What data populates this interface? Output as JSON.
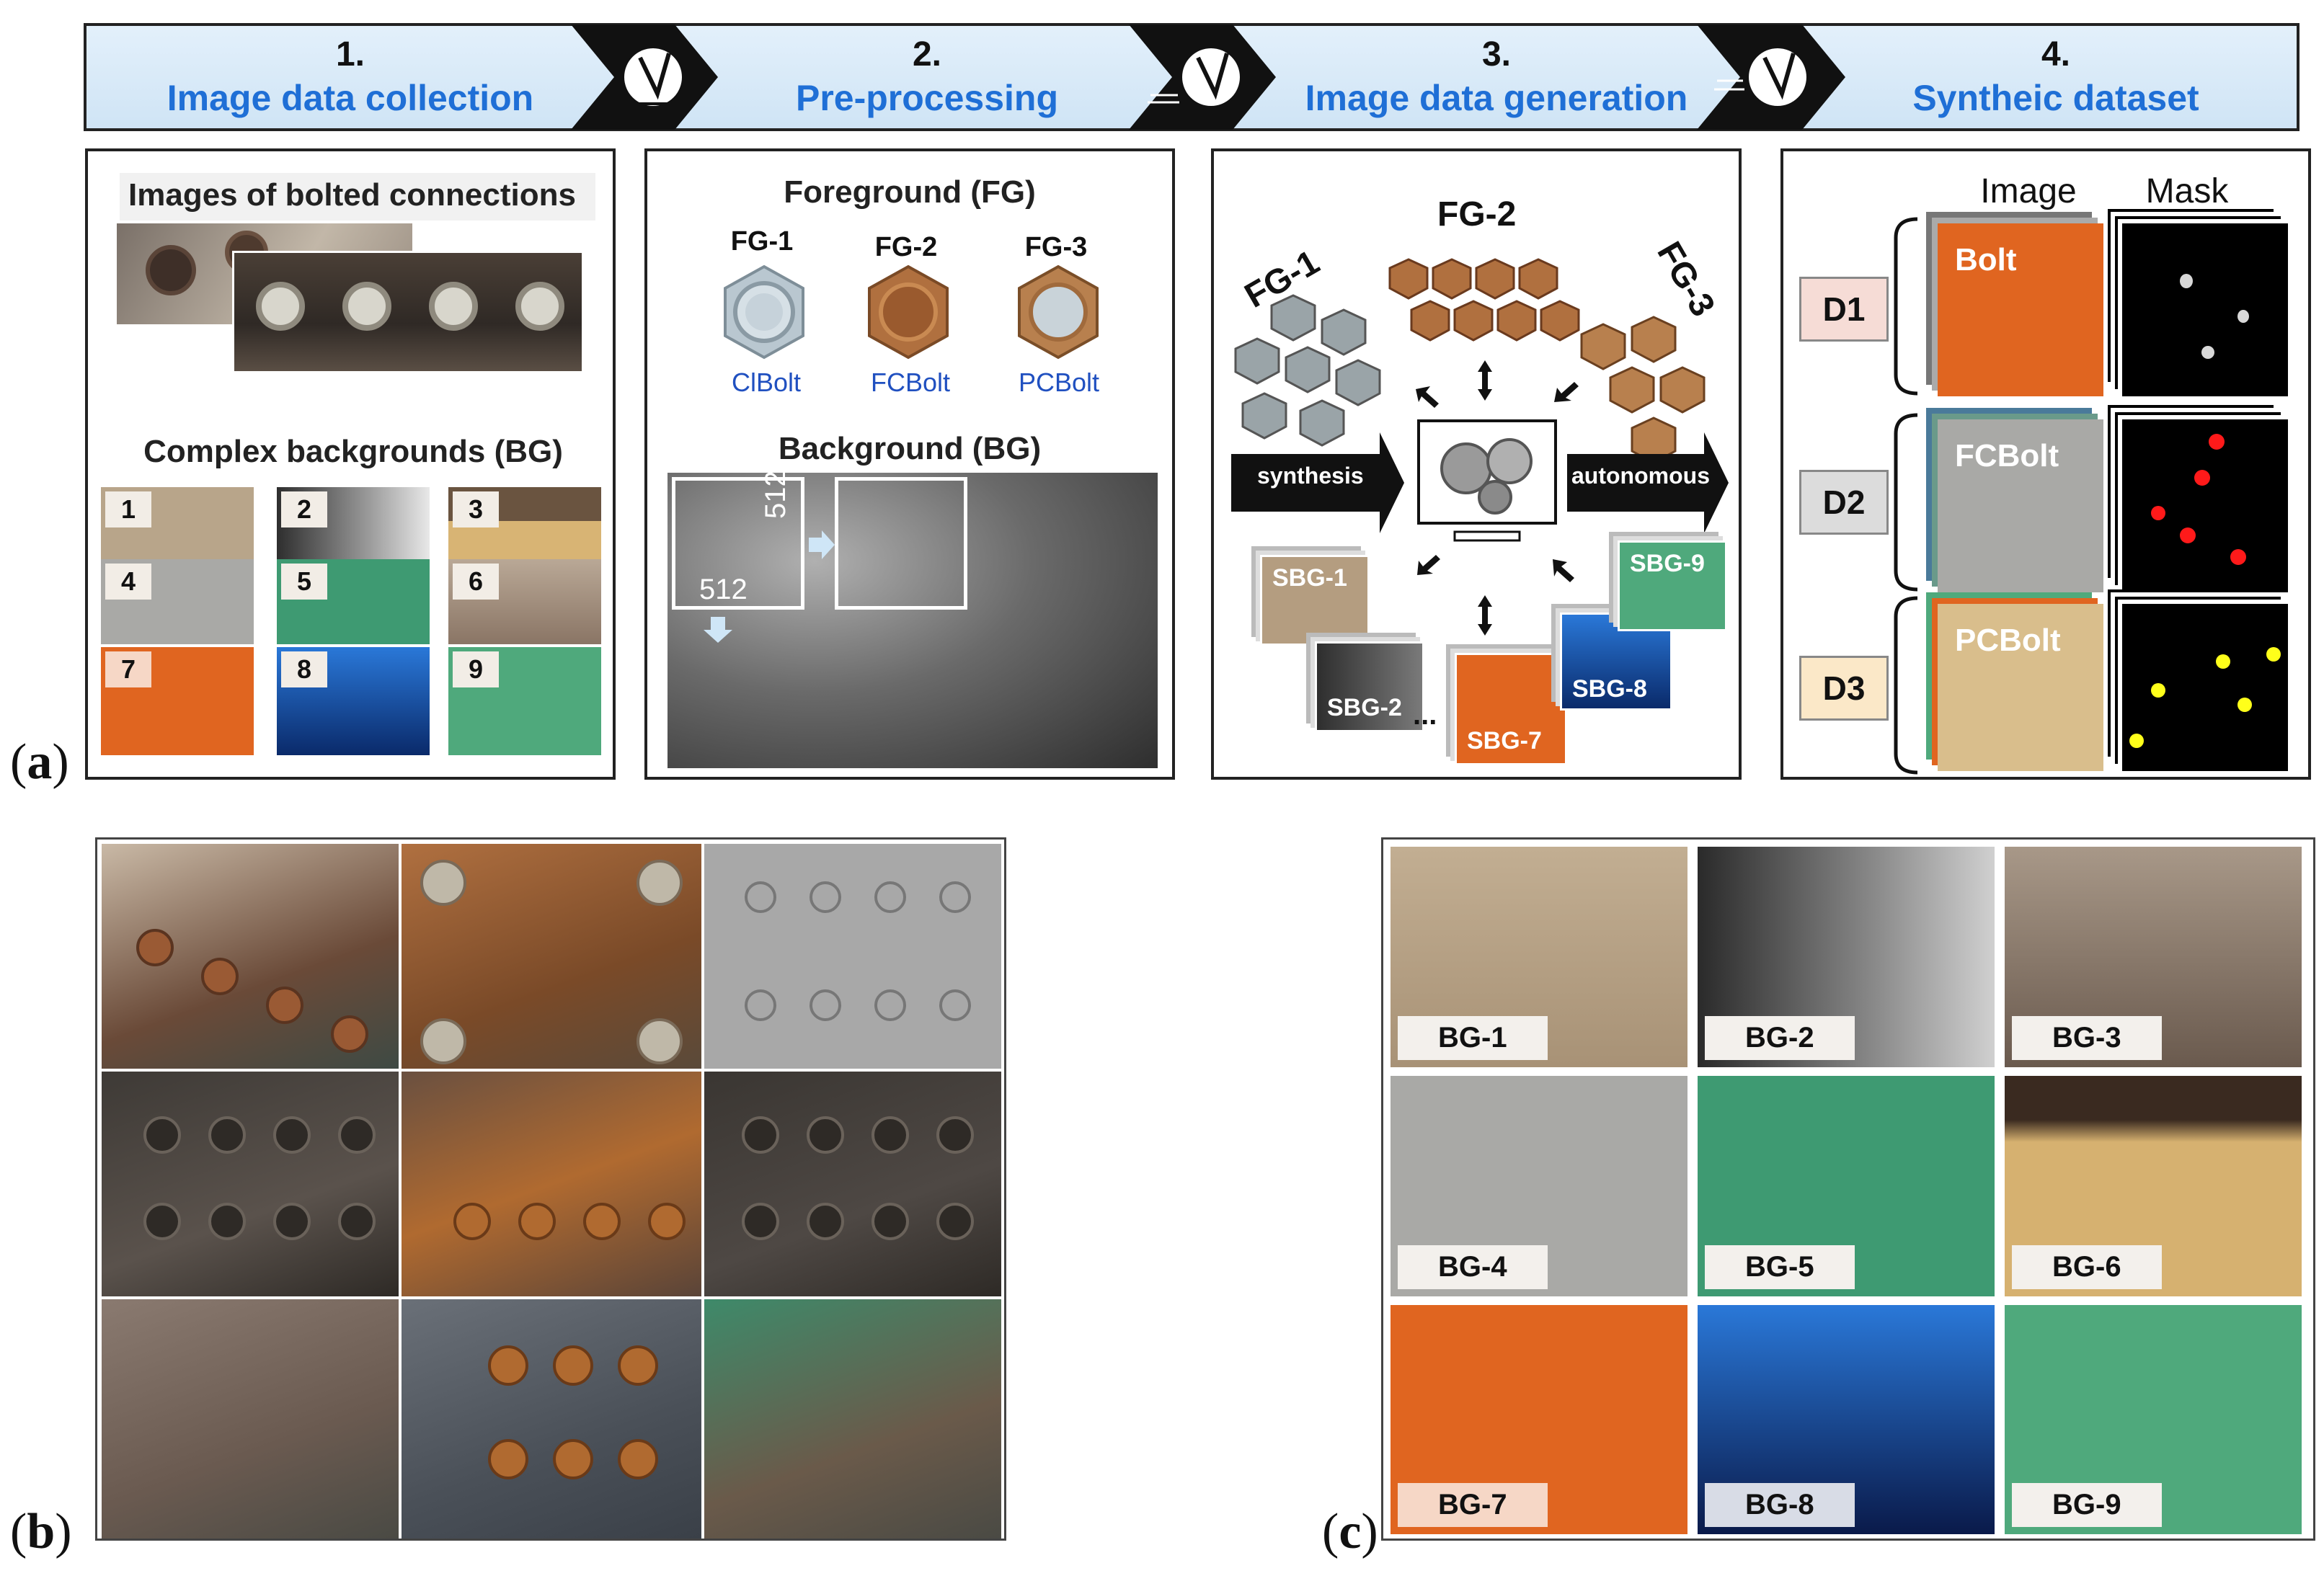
{
  "steps": [
    {
      "num": "1.",
      "title": "Image data collection"
    },
    {
      "num": "2.",
      "title": "Pre-processing"
    },
    {
      "num": "3.",
      "title": "Image data generation"
    },
    {
      "num": "4.",
      "title": "Syntheic dataset"
    }
  ],
  "panel_labels": {
    "a": "(a)",
    "b": "(b)",
    "c": "(c)"
  },
  "panel1": {
    "heading_bolted": "Images of bolted connections",
    "heading_bg": "Complex backgrounds (BG)",
    "tiles": [
      {
        "num": "1",
        "color": "#b8a58a"
      },
      {
        "num": "2",
        "color": "#4a4a4a"
      },
      {
        "num": "3",
        "color": "#c9a86a"
      },
      {
        "num": "4",
        "color": "#a9a9a6"
      },
      {
        "num": "5",
        "color": "#3e9a72"
      },
      {
        "num": "6",
        "color": "#9e8a78"
      },
      {
        "num": "7",
        "color": "#e06520"
      },
      {
        "num": "8",
        "color": "#1f5fb8"
      },
      {
        "num": "9",
        "color": "#4fa97c"
      }
    ]
  },
  "panel2": {
    "heading_fg": "Foreground (FG)",
    "fgs": [
      {
        "label": "FG-1",
        "name": "ClBolt",
        "color": "#b9c7d0"
      },
      {
        "label": "FG-2",
        "name": "FCBolt",
        "color": "#b0703f"
      },
      {
        "label": "FG-3",
        "name": "PCBolt",
        "color": "#b8804e"
      }
    ],
    "heading_bg": "Background (BG)",
    "crop_w": "512",
    "crop_h": "512"
  },
  "panel3": {
    "fg_labels": [
      "FG-1",
      "FG-2",
      "FG-3"
    ],
    "synthesis": "synthesis",
    "autonomous": "autonomous",
    "ellipsis": "...",
    "sbgs": [
      {
        "label": "SBG-1",
        "color": "#b49d80"
      },
      {
        "label": "SBG-2",
        "color": "#4a4a4a"
      },
      {
        "label": "SBG-7",
        "color": "#e06520"
      },
      {
        "label": "SBG-8",
        "color": "#1f5fb8"
      },
      {
        "label": "SBG-9",
        "color": "#4fa97c"
      }
    ]
  },
  "panel4": {
    "col_image": "Image",
    "col_mask": "Mask",
    "rows": [
      {
        "id": "D1",
        "name": "Bolt",
        "chip_bg": "#f6dcd6",
        "img_color": "#e06520",
        "mask_color": "#d8d8d8"
      },
      {
        "id": "D2",
        "name": "FCBolt",
        "chip_bg": "#dcdcdc",
        "img_color": "#a9a9a6",
        "mask_color": "#ff1a1a"
      },
      {
        "id": "D3",
        "name": "PCBolt",
        "chip_bg": "#fbe8c8",
        "img_color": "#d9be8c",
        "mask_color": "#ffff1a"
      }
    ]
  },
  "panel_c": {
    "tiles": [
      {
        "label": "BG-1",
        "color": "#b8a58a"
      },
      {
        "label": "BG-2",
        "color": "#555555"
      },
      {
        "label": "BG-3",
        "color": "#8a7d72"
      },
      {
        "label": "BG-4",
        "color": "#a9a9a6"
      },
      {
        "label": "BG-5",
        "color": "#3e9a72"
      },
      {
        "label": "BG-6",
        "color": "#d6b170"
      },
      {
        "label": "BG-7",
        "color": "#e06520"
      },
      {
        "label": "BG-8",
        "color": "#1f5fb8"
      },
      {
        "label": "BG-9",
        "color": "#4fa97c"
      }
    ]
  }
}
